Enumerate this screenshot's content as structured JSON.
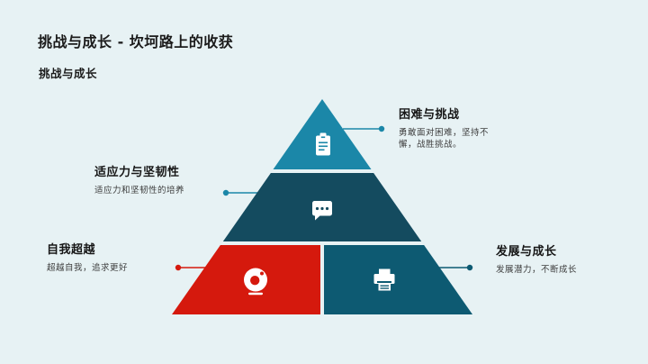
{
  "slide": {
    "title": "挑战与成长 - 坎坷路上的收获",
    "subtitle": "挑战与成长",
    "background_color": "#e7f2f4",
    "title_color": "#1b1b1b"
  },
  "pyramid": {
    "type": "pyramid-diagram",
    "levels": [
      {
        "position": "top",
        "icon": "clipboard-icon",
        "color": "#1b87a8",
        "side": "right",
        "label": {
          "title": "困难与挑战",
          "desc": "勇敢面对困难，坚持不懈，战胜挑战。"
        }
      },
      {
        "position": "middle",
        "icon": "chat-bubble-icon",
        "color": "#144b5f",
        "side": "left",
        "label": {
          "title": "适应力与坚韧性",
          "desc": "适应力和坚韧性的培养"
        }
      },
      {
        "position": "bottom-left",
        "icon": "donut-icon",
        "color": "#d5190d",
        "side": "left",
        "label": {
          "title": "自我超越",
          "desc": "超越自我，追求更好"
        }
      },
      {
        "position": "bottom-right",
        "icon": "printer-icon",
        "color": "#0d5a72",
        "side": "right",
        "label": {
          "title": "发展与成长",
          "desc": "发展潜力，不断成长"
        }
      }
    ],
    "connector_colors": {
      "top_right": "#1b87a8",
      "middle_left": "#1b87a8",
      "bottom_left": "#d5190d",
      "bottom_right": "#0d5a72"
    }
  }
}
